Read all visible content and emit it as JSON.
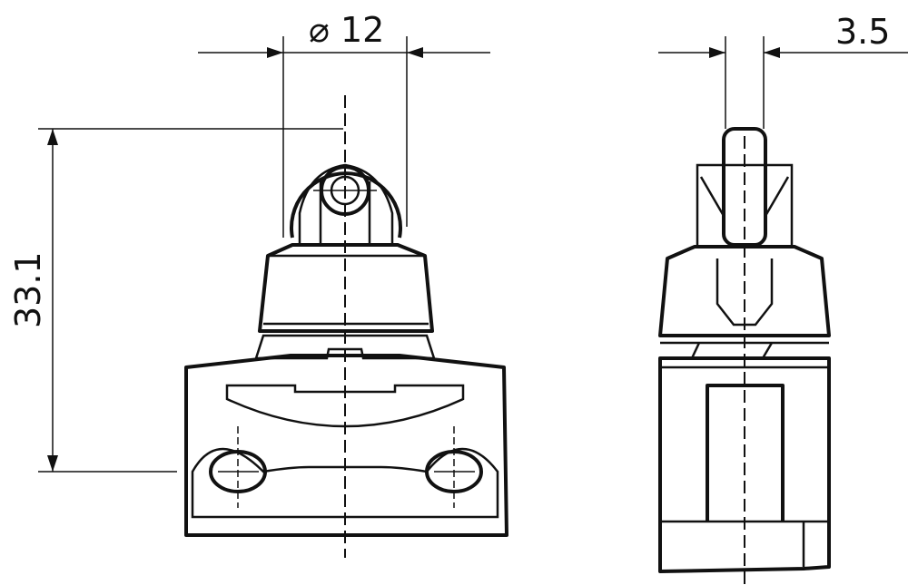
{
  "drawing": {
    "dimensions": {
      "roller_diameter": "⌀ 12",
      "roller_width": "3.5",
      "height": "33.1"
    },
    "line_color": "#111111",
    "background": "#ffffff"
  }
}
